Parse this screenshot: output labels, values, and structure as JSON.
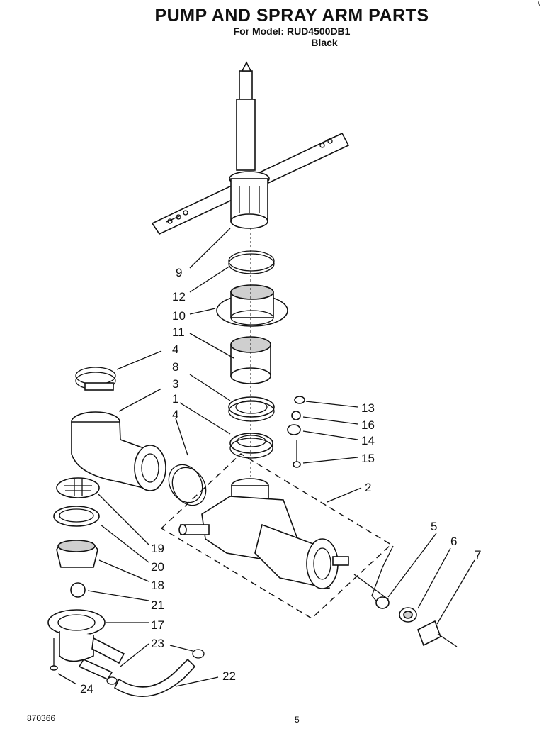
{
  "header": {
    "title": "PUMP AND SPRAY ARM PARTS",
    "model_line": "For Model: RUD4500DB1",
    "color_line": "Black",
    "corner_mark": "\\"
  },
  "footer": {
    "doc_number": "870366",
    "page_number": "5"
  },
  "callouts": [
    "9",
    "12",
    "10",
    "11",
    "4",
    "8",
    "3",
    "1",
    "4",
    "13",
    "16",
    "14",
    "15",
    "2",
    "5",
    "6",
    "7",
    "19",
    "20",
    "18",
    "21",
    "17",
    "23",
    "22",
    "24"
  ]
}
